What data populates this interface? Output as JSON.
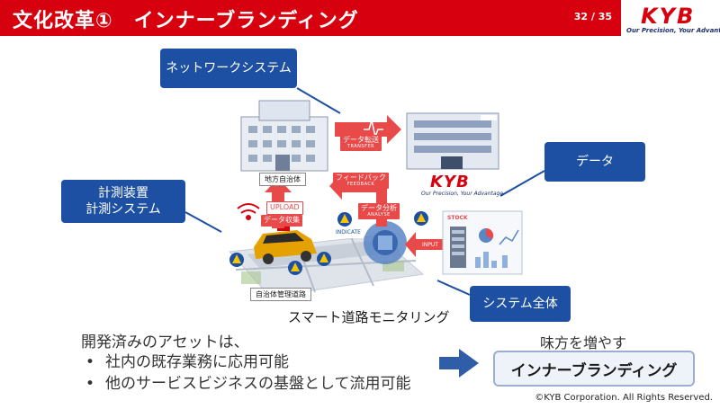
{
  "header": {
    "title": "文化改革①　インナーブランディング",
    "page": "32 / 35"
  },
  "logo": {
    "text": "KYB",
    "tagline": "Our Precision, Your Advantage"
  },
  "callouts": {
    "network": "ネットワークシステム",
    "data": "データ",
    "measure_line1": "計測装置",
    "measure_line2": "計測システム",
    "system": "システム全体"
  },
  "diagram": {
    "transfer_jp": "データ転送",
    "transfer_en": "TRANSFER",
    "feedback_jp": "フィードバック",
    "feedback_en": "FEEDBACK",
    "analyse_jp": "データ分析",
    "analyse_en": "ANALYSE",
    "upload": "UPLOAD",
    "collect_jp": "データ収集",
    "local_gov": "地方自治体",
    "road_admin": "自治体管理道路",
    "indicate": "INDICATE",
    "input": "INPUT",
    "stock": "STOCK",
    "kyb_logo": "KYB",
    "kyb_tag": "Our Precision, Your Advantage",
    "caption": "スマート道路モニタリング"
  },
  "assets": {
    "heading": "開発済みのアセットは、",
    "items": [
      "社内の既存業務に応用可能",
      "他のサービスビジネスの基盤として流用可能"
    ]
  },
  "result": {
    "ally": "味方を増やす",
    "branding": "インナーブランディング"
  },
  "footer": {
    "copyright": "©KYB Corporation. All Rights Reserved."
  },
  "colors": {
    "brand_red": "#d7000f",
    "callout_blue": "#1d50a2",
    "diagram_red": "#e84a4a"
  }
}
